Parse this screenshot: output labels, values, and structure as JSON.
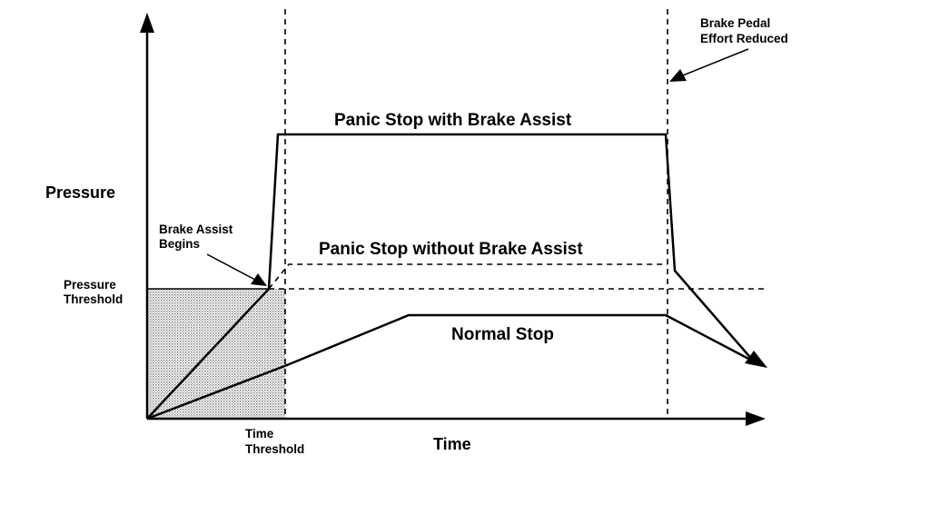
{
  "axes": {
    "y_label": "Pressure",
    "x_label": "Time"
  },
  "markers": {
    "pressure_threshold": [
      "Pressure",
      "Threshold"
    ],
    "time_threshold": [
      "Time",
      "Threshold"
    ]
  },
  "annotations": {
    "brake_assist_begins": [
      "Brake Assist",
      "Begins"
    ],
    "pedal_effort_reduced": [
      "Brake Pedal",
      "Effort Reduced"
    ]
  },
  "curves": {
    "panic_with_assist": "Panic Stop with Brake Assist",
    "panic_without_assist": "Panic Stop without Brake Assist",
    "normal_stop": "Normal Stop"
  },
  "colors": {
    "ink": "#000000",
    "shading": "#d9d9d9"
  }
}
